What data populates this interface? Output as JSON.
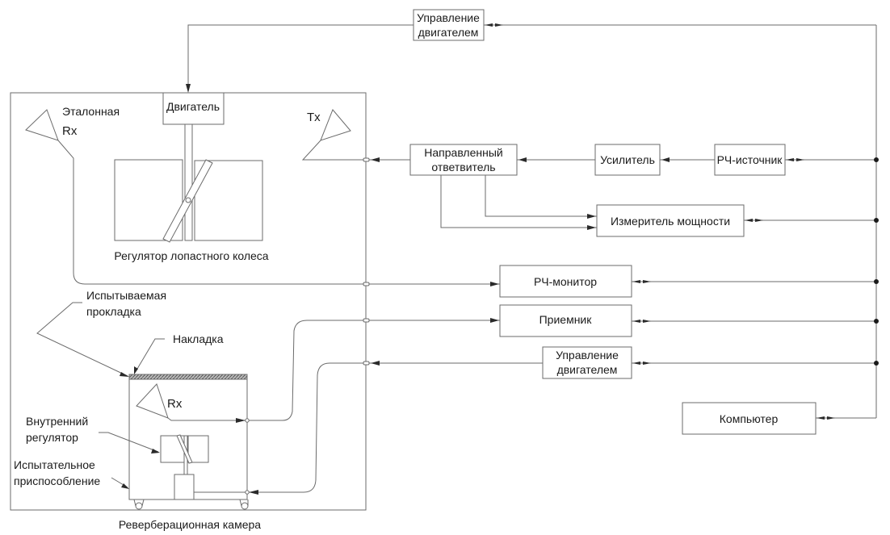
{
  "diagram": {
    "title": "Реверберационная камера",
    "chamber_items": {
      "motor": "Двигатель",
      "reference_rx_line1": "Эталонная",
      "reference_rx_line2": "Rx",
      "tx": "Tx",
      "paddle_stirrer": "Регулятор лопастного колеса",
      "gasket_line1": "Испытываемая",
      "gasket_line2": "прокладка",
      "overlay": "Накладка",
      "fixture_rx": "Rx",
      "internal_stirrer_line1": "Внутренний",
      "internal_stirrer_line2": "регулятор",
      "fixture_line1": "Испытательное",
      "fixture_line2": "приспособление"
    },
    "blocks": {
      "motor_control_top_line1": "Управление",
      "motor_control_top_line2": "двигателем",
      "directional_coupler_line1": "Направленный",
      "directional_coupler_line2": "ответвитель",
      "amplifier": "Усилитель",
      "rf_source": "РЧ-источник",
      "power_meter": "Измеритель мощности",
      "rf_monitor": "РЧ-монитор",
      "receiver": "Приемник",
      "motor_control_bottom_line1": "Управление",
      "motor_control_bottom_line2": "двигателем",
      "computer": "Компьютер"
    }
  }
}
